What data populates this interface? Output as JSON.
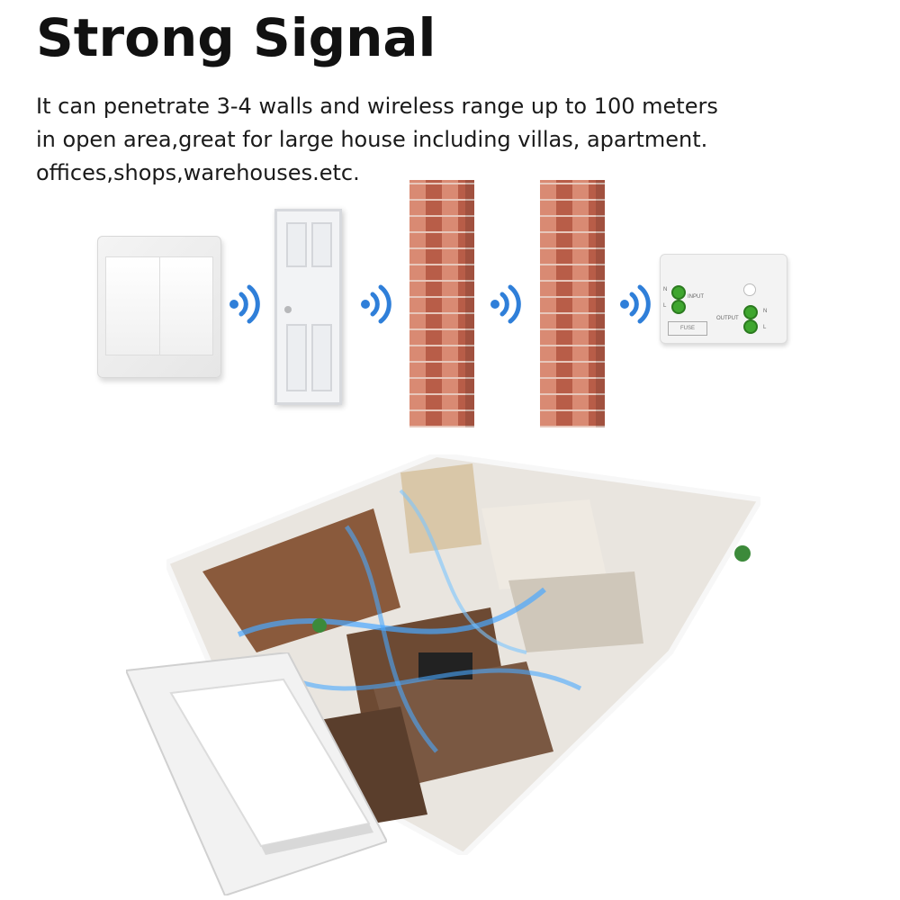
{
  "header": {
    "title": "Strong Signal",
    "description_lines": [
      "It can penetrate 3-4 walls and wireless range up to 100 meters",
      "in open area,great for large house including villas, apartment.",
      "offices,shops,warehouses.etc."
    ]
  },
  "signal_path": {
    "items": [
      {
        "name": "wall-switch",
        "icon": "double-rocker-switch"
      },
      {
        "name": "door",
        "icon": "door-icon"
      },
      {
        "name": "brick-wall-1",
        "icon": "brick-wall-icon"
      },
      {
        "name": "brick-wall-2",
        "icon": "brick-wall-icon"
      },
      {
        "name": "receiver",
        "icon": "relay-receiver-icon"
      }
    ],
    "wifi_icon": "wifi-signal-icon",
    "wifi_color": "#2f7fd9"
  },
  "receiver": {
    "input_label": "INPUT",
    "output_label": "OUTPUT",
    "fuse_label": "FUSE",
    "n_label": "N",
    "l_label": "L",
    "terminal_color": "#3fa62f"
  },
  "illustration": {
    "name": "3d-floor-plan-with-signal",
    "signal_color": "#4aa8ff"
  }
}
